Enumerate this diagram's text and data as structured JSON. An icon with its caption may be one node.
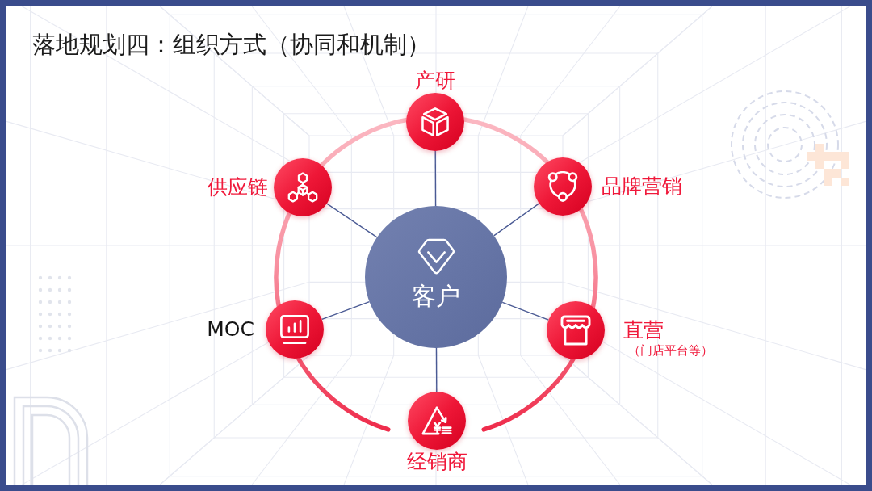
{
  "diagram": {
    "title": "落地规划四：组织方式（协同和机制）",
    "nodes": [
      {
        "text": [
          "产研"
        ]
      },
      {
        "text": [
          "供应链"
        ]
      },
      {
        "text": [
          "品牌营销"
        ]
      },
      {
        "text": [
          "客户"
        ]
      },
      {
        "text": [
          "MOC"
        ]
      },
      {
        "text": [
          "直营",
          "（门店平台等）"
        ]
      },
      {
        "text": [
          "经销商"
        ]
      }
    ],
    "edges": [
      {
        "from": 3,
        "to": 0,
        "arrow": "none"
      },
      {
        "from": 3,
        "to": 1,
        "arrow": "none"
      },
      {
        "from": 3,
        "to": 2,
        "arrow": "none"
      },
      {
        "from": 3,
        "to": 4,
        "arrow": "none"
      },
      {
        "from": 3,
        "to": 5,
        "arrow": "none"
      },
      {
        "from": 3,
        "to": 6,
        "arrow": "none"
      }
    ]
  }
}
